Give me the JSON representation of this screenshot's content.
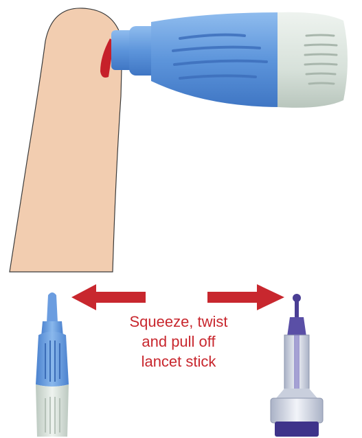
{
  "instruction": {
    "lines": [
      "Squeeze, twist",
      "and pull off",
      "lancet stick"
    ]
  },
  "colors": {
    "skin": "#f2cdb0",
    "outline": "#3a3a3a",
    "blood": "#c6202a",
    "device_blue": "#5b8fd6",
    "device_light_blue": "#7faee6",
    "device_grey": "#d9e3dc",
    "arrow_red": "#c8272e",
    "stick_purple": "#4a3e94",
    "stick_grey": "#d8dde8"
  }
}
